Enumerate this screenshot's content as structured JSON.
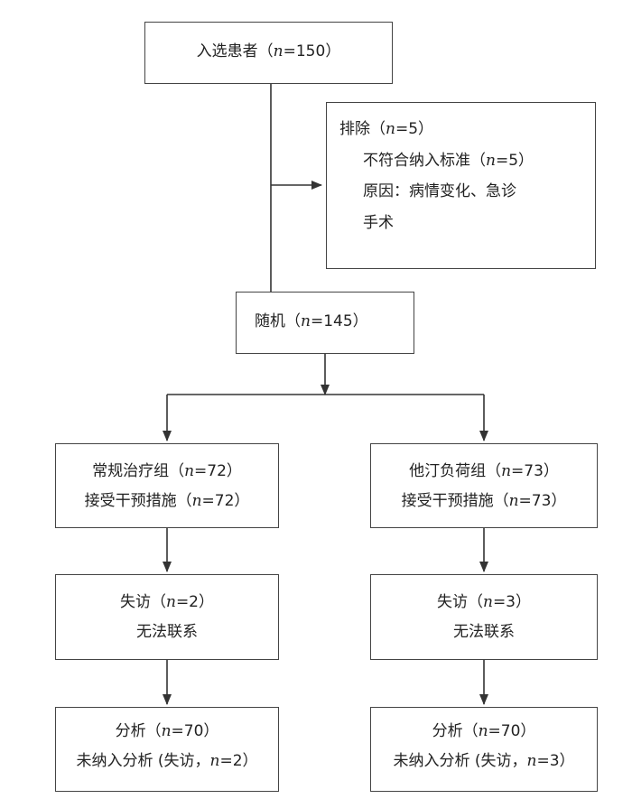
{
  "enrolled": {
    "label": "入选患者（",
    "n": "n",
    "value": "=150）"
  },
  "excluded": {
    "label": "排除（",
    "n": "n",
    "value": "=5）",
    "reason1_label": "不符合纳入标准（",
    "reason1_n": "n",
    "reason1_value": "=5）",
    "reason2_line1": "原因：病情变化、急诊",
    "reason2_line2": "手术"
  },
  "randomized": {
    "label": "随机（",
    "n": "n",
    "value": "=145）"
  },
  "left_arm": {
    "group": {
      "label": "常规治疗组（",
      "n": "n",
      "value": "=72）"
    },
    "intervention": {
      "label": "接受干预措施（",
      "n": "n",
      "value": "=72）"
    },
    "lost": {
      "label": "失访（",
      "n": "n",
      "value": "=2）",
      "reason": "无法联系"
    },
    "analysis": {
      "label": "分析（",
      "n": "n",
      "value": "=70）",
      "excluded_label": "未纳入分析 (失访，",
      "excluded_n": "n",
      "excluded_value": "=2）"
    }
  },
  "right_arm": {
    "group": {
      "label": "他汀负荷组（",
      "n": "n",
      "value": "=73）"
    },
    "intervention": {
      "label": "接受干预措施（",
      "n": "n",
      "value": "=73）"
    },
    "lost": {
      "label": "失访（",
      "n": "n",
      "value": "=3）",
      "reason": "无法联系"
    },
    "analysis": {
      "label": "分析（",
      "n": "n",
      "value": "=70）",
      "excluded_label": "未纳入分析 (失访，",
      "excluded_n": "n",
      "excluded_value": "=3）"
    }
  },
  "colors": {
    "line": "#444444",
    "text": "#222222",
    "background": "#ffffff"
  }
}
